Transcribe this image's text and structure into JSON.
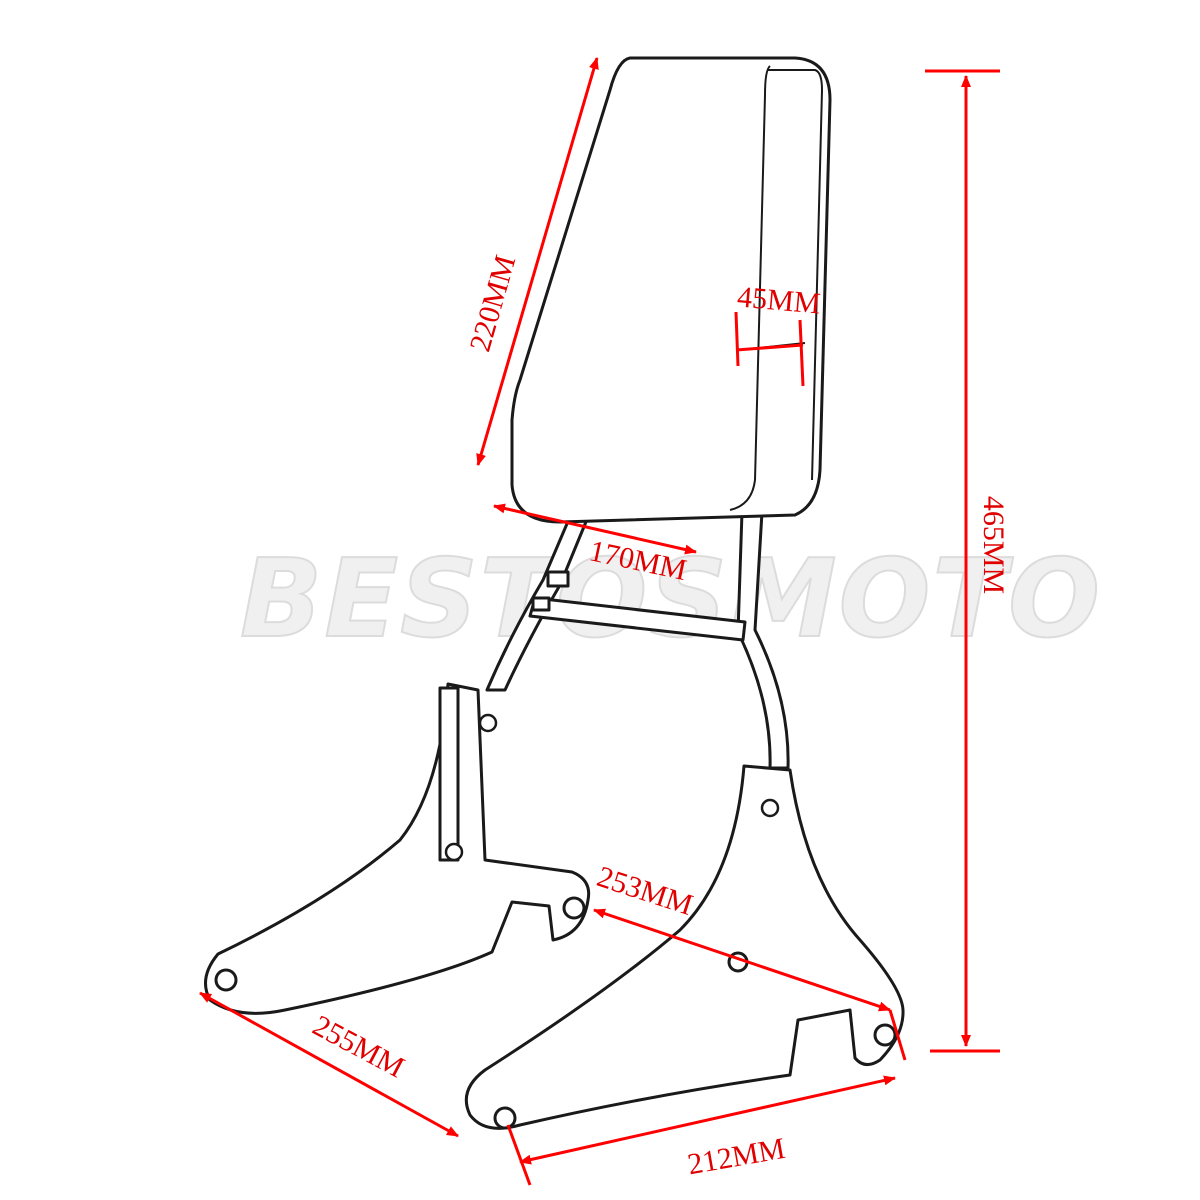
{
  "watermark": "BESTOSMOTO",
  "colors": {
    "dimension": "#ff0000",
    "outline": "#1a1a1a",
    "watermark": "#dcdcdc"
  },
  "dimensions": {
    "pad_height": "220MM",
    "pad_thickness": "45MM",
    "pad_width": "170MM",
    "total_height": "465MM",
    "plate_spacing": "253MM",
    "left_plate_length": "255MM",
    "right_plate_length": "212MM"
  }
}
